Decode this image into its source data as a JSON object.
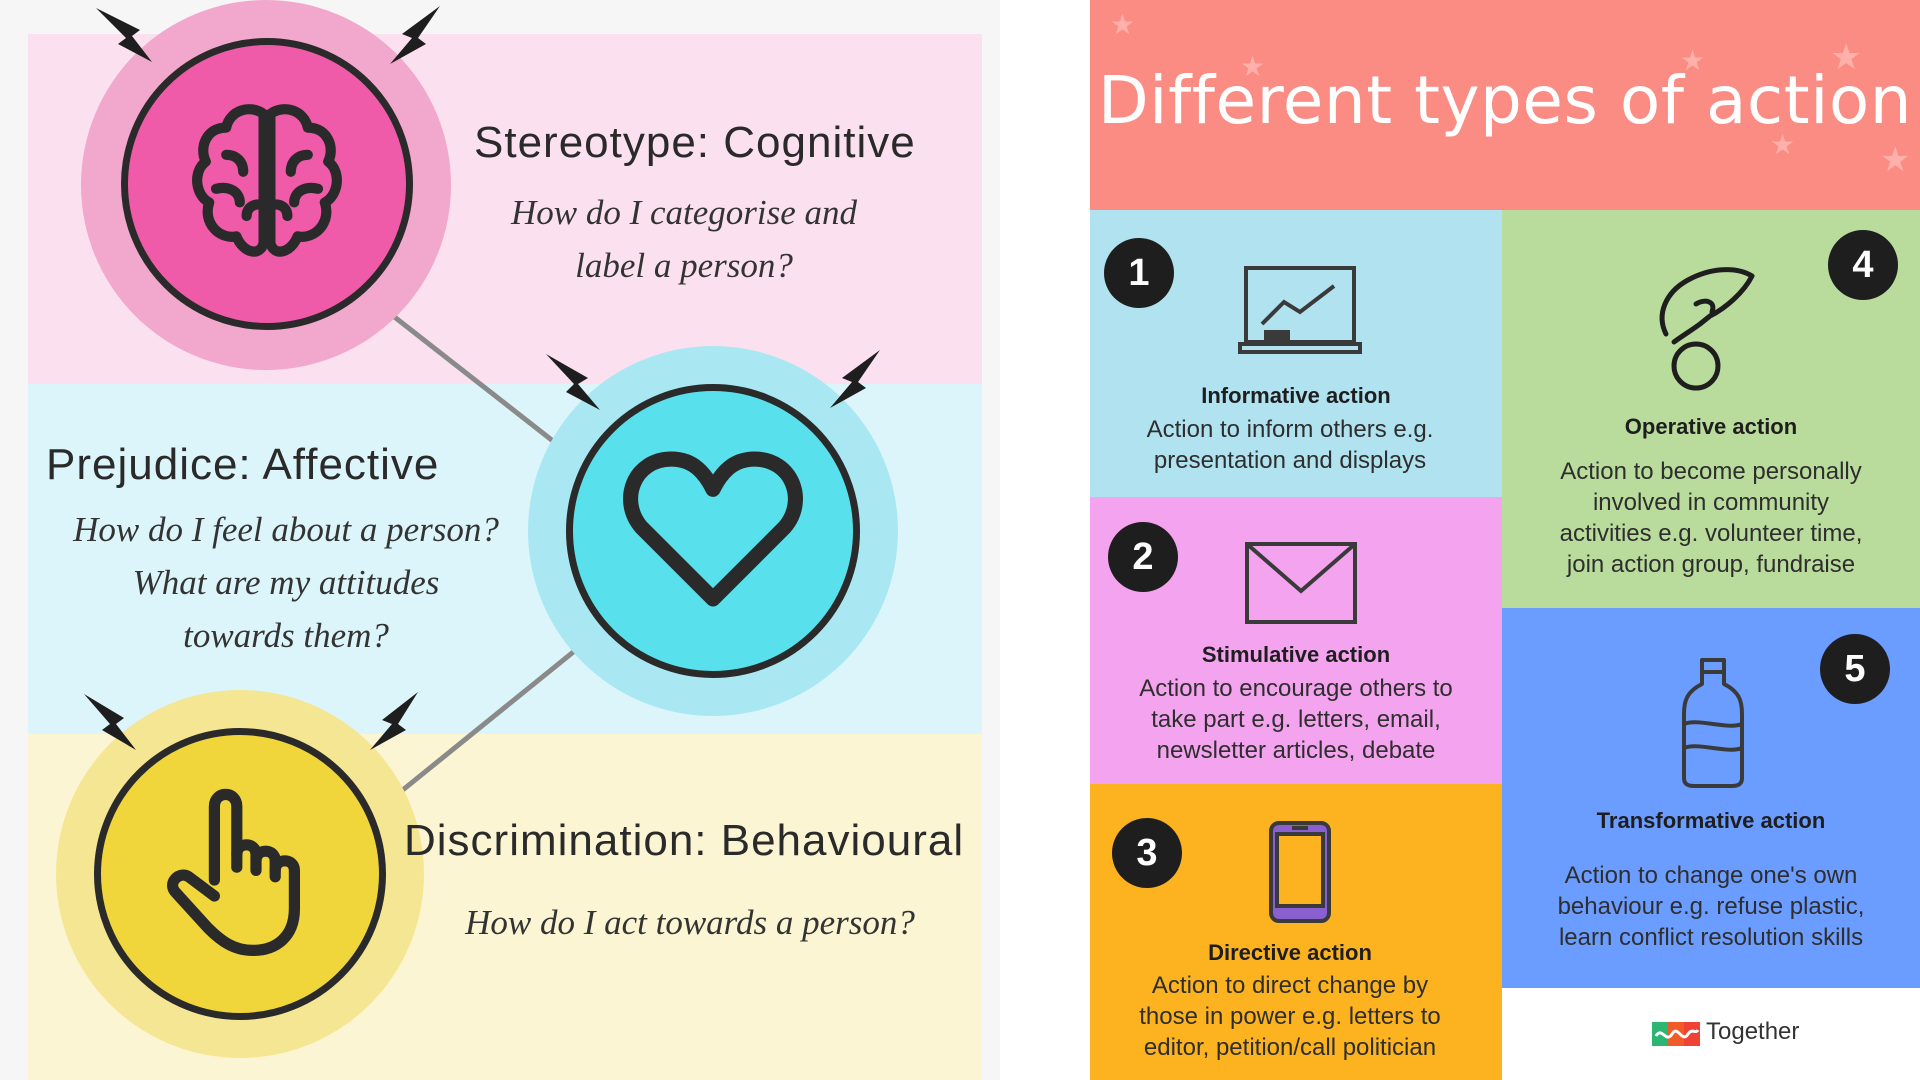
{
  "left": {
    "sections": [
      {
        "heading": "Stereotype: Cognitive",
        "question_lines": [
          "How do I categorise and",
          "label a person?"
        ],
        "icon": "brain-icon",
        "color": "#ef5aa9",
        "halo": "#f2a7cd"
      },
      {
        "heading": "Prejudice: Affective",
        "question_lines": [
          "How do I feel about a person?",
          "What are my attitudes",
          "towards them?"
        ],
        "icon": "heart-icon",
        "color": "#58e0ec",
        "halo": "#a9e8f2"
      },
      {
        "heading": "Discrimination: Behavioural",
        "question_lines": [
          "How do I act towards a person?"
        ],
        "icon": "pointing-hand-icon",
        "color": "#f0d63a",
        "halo": "#f5e694"
      }
    ]
  },
  "right": {
    "title": "Different types of action",
    "colors": {
      "title_bg": "#fb8c83",
      "informative": "#b0e2f0",
      "stimulative": "#f4a3ef",
      "directive": "#fdb320",
      "operative": "#b9dc9d",
      "transformative": "#6b9cff"
    },
    "cards": [
      {
        "number": "1",
        "title": "Informative action",
        "desc_lines": [
          "Action to inform others e.g.",
          "presentation and displays"
        ],
        "icon": "presentation-board-icon"
      },
      {
        "number": "2",
        "title": "Stimulative action",
        "desc_lines": [
          "Action to encourage others to",
          "take part e.g. letters, email,",
          "newsletter articles, debate"
        ],
        "icon": "envelope-icon"
      },
      {
        "number": "3",
        "title": "Directive action",
        "desc_lines": [
          "Action to direct change by",
          "those in power e.g. letters to",
          "editor, petition/call politician"
        ],
        "icon": "smartphone-icon"
      },
      {
        "number": "4",
        "title": "Operative action",
        "desc_lines": [
          "Action to become personally",
          "involved in community",
          "activities e.g. volunteer time,",
          "join action group, fundraise"
        ],
        "icon": "hand-coin-icon"
      },
      {
        "number": "5",
        "title": "Transformative action",
        "desc_lines": [
          "Action to change one's own",
          "behaviour e.g. refuse plastic,",
          "learn conflict resolution skills"
        ],
        "icon": "bottle-icon"
      }
    ],
    "logo_text": "Together"
  }
}
